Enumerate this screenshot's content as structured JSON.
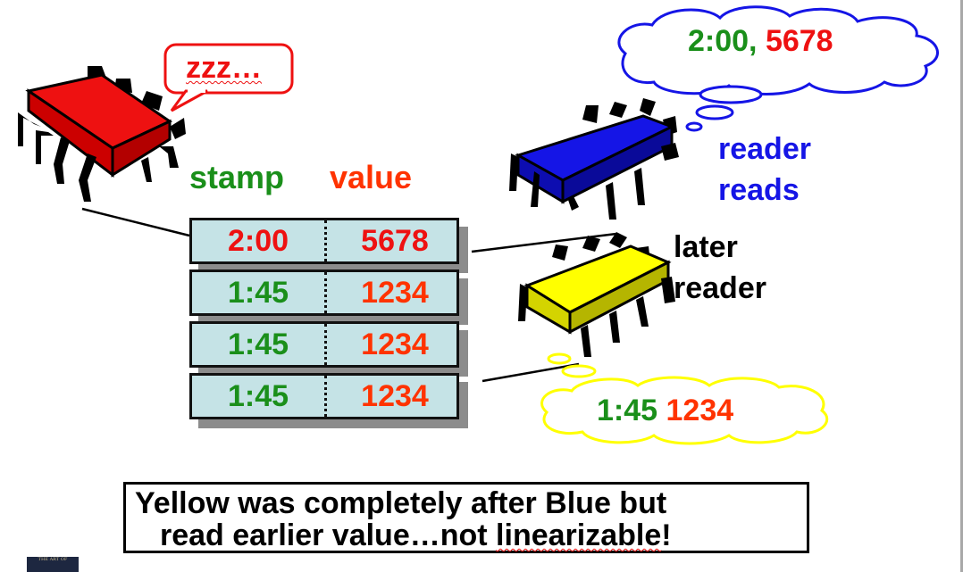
{
  "speech_bubble": "zzz…",
  "columns": {
    "stamp": "stamp",
    "value": "value"
  },
  "register_rows": [
    {
      "stamp": "2:00",
      "value": "5678"
    },
    {
      "stamp": "1:45",
      "value": "1234"
    },
    {
      "stamp": "1:45",
      "value": "1234"
    },
    {
      "stamp": "1:45",
      "value": "1234"
    }
  ],
  "blue_thought": {
    "stamp": "2:00,",
    "value": "5678"
  },
  "blue_label": {
    "line1": "reader",
    "line2": "reads"
  },
  "later_label": {
    "line1": "later",
    "line2": "reader"
  },
  "yellow_thought": {
    "stamp": "1:45",
    "value": "1234"
  },
  "caption": {
    "line1": "Yellow was completely after Blue but",
    "line2_a": "read earlier value…not ",
    "line2_b": "linearizable",
    "line2_c": "!"
  },
  "colors": {
    "red_writer": "#ee1111",
    "blue_reader": "#1515e6",
    "yellow_reader": "#ffff00",
    "cell_fill": "#c5e3e6",
    "stamp_new": "#ee1111",
    "stamp_old": "#1a8f1a",
    "value_old": "#ff3300"
  },
  "logo_text": "THE ART OF"
}
